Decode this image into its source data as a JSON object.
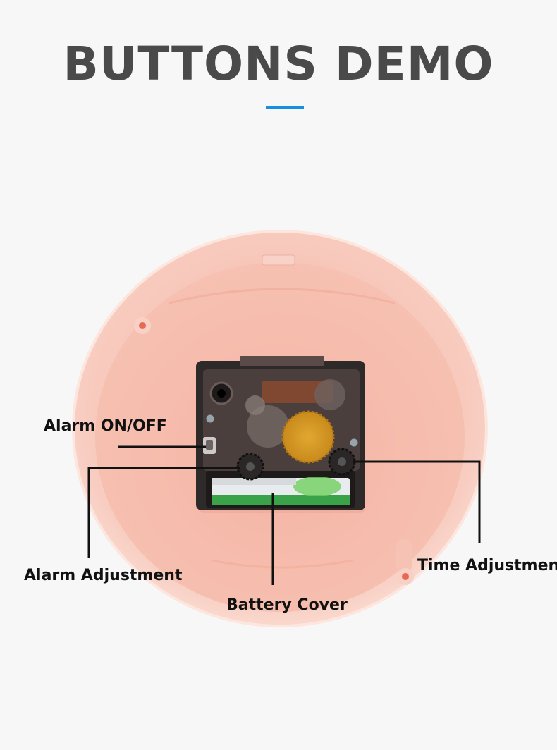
{
  "title": "BUTTONS DEMO",
  "colors": {
    "background": "#f7f7f7",
    "accent": "#1a8fe0",
    "title": "#4a4a4a",
    "clock_body": "#f6c3b6",
    "leader_line": "#111111"
  },
  "labels": {
    "alarm_on_off": "Alarm ON/OFF",
    "alarm_adjustment": "Alarm Adjustment",
    "battery_cover": "Battery Cover",
    "time_adjustment": "Time Adjustment"
  }
}
